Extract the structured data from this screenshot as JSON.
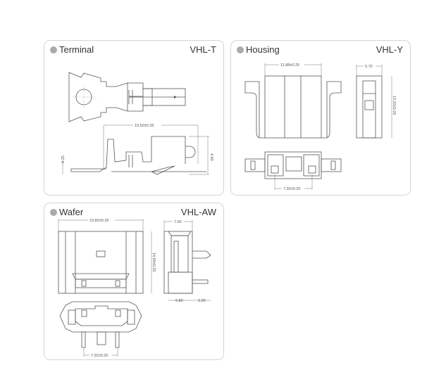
{
  "panels": {
    "terminal": {
      "title": "Terminal",
      "code": "VHL-T",
      "dims": {
        "length": "10.50±0.25",
        "height": "4.60",
        "thickness": "0.25"
      }
    },
    "housing": {
      "title": "Housing",
      "code": "VHL-Y",
      "dims": {
        "width": "11.88±0.25",
        "depth": "5.70",
        "height": "13.20±0.25",
        "pitch": "7.92±0.20"
      }
    },
    "wafer": {
      "title": "Wafer",
      "code": "VHL-AW",
      "dims": {
        "width": "19.80±0.25",
        "depth": "7.60",
        "height": "14.60±0.25",
        "body": "6.80",
        "pin": "3.20",
        "pitch": "7.92±0.20"
      }
    }
  }
}
